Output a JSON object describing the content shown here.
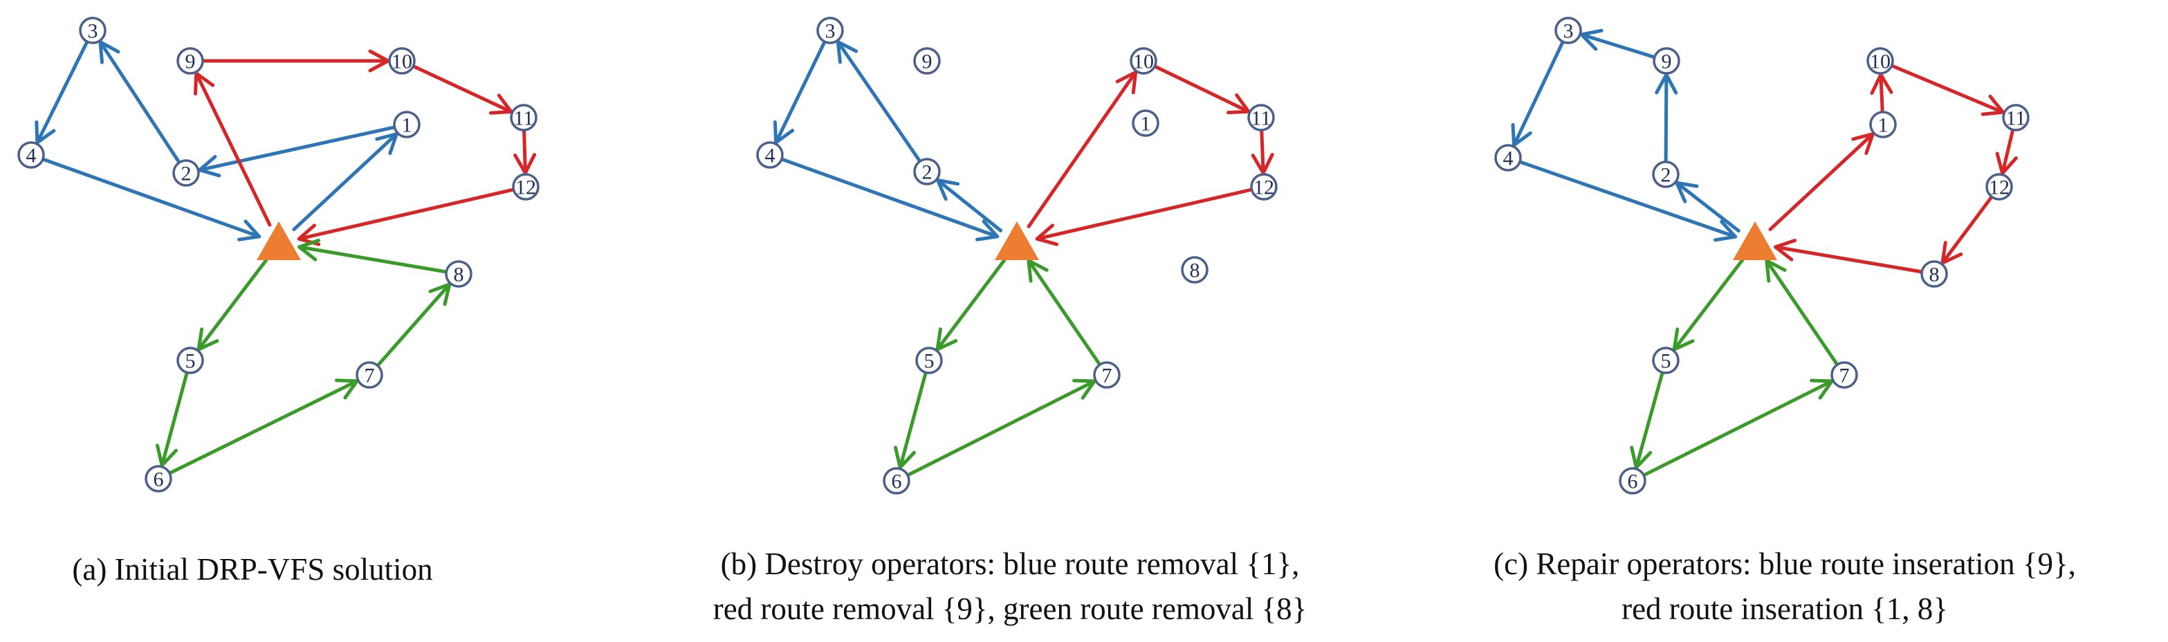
{
  "colors": {
    "blue": "#2e75b6",
    "red": "#d62728",
    "green": "#3a9a2a",
    "depot": "#ed7d31",
    "node_stroke": "#4a5f8a"
  },
  "panels": [
    {
      "id": "a",
      "caption_lines": [
        "(a) Initial DRP-VFS solution"
      ],
      "nodes": [
        {
          "label": "3"
        },
        {
          "label": "9"
        },
        {
          "label": "10"
        },
        {
          "label": "1"
        },
        {
          "label": "11"
        },
        {
          "label": "4"
        },
        {
          "label": "2"
        },
        {
          "label": "12"
        },
        {
          "label": "8"
        },
        {
          "label": "5"
        },
        {
          "label": "7"
        },
        {
          "label": "6"
        }
      ],
      "routes": [
        {
          "color": "blue",
          "path": [
            "depot",
            "1",
            "2",
            "3",
            "4",
            "depot"
          ]
        },
        {
          "color": "red",
          "path": [
            "depot",
            "9",
            "10",
            "11",
            "12",
            "depot"
          ]
        },
        {
          "color": "green",
          "path": [
            "depot",
            "5",
            "6",
            "7",
            "8",
            "depot"
          ]
        }
      ]
    },
    {
      "id": "b",
      "caption_lines": [
        "(b) Destroy operators: blue route removal {1},",
        "red route removal {9}, green route removal {8}"
      ],
      "nodes": [
        {
          "label": "3"
        },
        {
          "label": "9"
        },
        {
          "label": "10"
        },
        {
          "label": "1"
        },
        {
          "label": "11"
        },
        {
          "label": "4"
        },
        {
          "label": "2"
        },
        {
          "label": "12"
        },
        {
          "label": "8"
        },
        {
          "label": "5"
        },
        {
          "label": "7"
        },
        {
          "label": "6"
        }
      ],
      "routes": [
        {
          "color": "blue",
          "path": [
            "depot",
            "2",
            "3",
            "4",
            "depot"
          ]
        },
        {
          "color": "red",
          "path": [
            "depot",
            "10",
            "11",
            "12",
            "depot"
          ]
        },
        {
          "color": "green",
          "path": [
            "depot",
            "5",
            "6",
            "7",
            "depot"
          ]
        }
      ]
    },
    {
      "id": "c",
      "caption_lines": [
        "(c) Repair operators: blue route inseration {9},",
        "red route inseration {1, 8}"
      ],
      "nodes": [
        {
          "label": "3"
        },
        {
          "label": "9"
        },
        {
          "label": "10"
        },
        {
          "label": "1"
        },
        {
          "label": "11"
        },
        {
          "label": "4"
        },
        {
          "label": "2"
        },
        {
          "label": "12"
        },
        {
          "label": "8"
        },
        {
          "label": "5"
        },
        {
          "label": "7"
        },
        {
          "label": "6"
        }
      ],
      "routes": [
        {
          "color": "blue",
          "path": [
            "depot",
            "2",
            "9",
            "3",
            "4",
            "depot"
          ]
        },
        {
          "color": "red",
          "path": [
            "depot",
            "1",
            "10",
            "11",
            "12",
            "8",
            "depot"
          ]
        },
        {
          "color": "green",
          "path": [
            "depot",
            "5",
            "6",
            "7",
            "depot"
          ]
        }
      ]
    }
  ]
}
